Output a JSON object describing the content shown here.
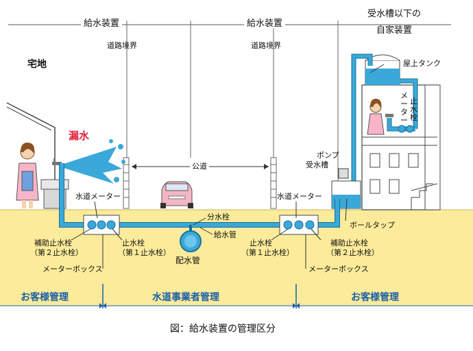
{
  "header": {
    "supply_left": "給水装置",
    "supply_mid": "給水装置",
    "tank_line1": "受水槽以下の",
    "tank_line2": "自家装置"
  },
  "labels": {
    "road_boundary_left": "道路境界",
    "road_boundary_right": "道路境界",
    "residence": "宅地",
    "leak": "漏水",
    "public_road": "公道",
    "rooftop_tank": "屋上タンク",
    "meter_vertical": "メーター",
    "stop_valve_vertical": "止水栓",
    "pump": "ポンプ",
    "receiving_tank": "受水槽",
    "water_meter_left": "水道メーター",
    "water_meter_right": "水道メーター",
    "ball_tap": "ボールタップ",
    "branch_valve": "分水栓",
    "service_pipe": "給水管",
    "distribution_pipe": "配水管",
    "aux_valve_left_1": "補助止水栓",
    "aux_valve_left_2": "（第２止水栓）",
    "stop_valve_left_1": "止水栓",
    "stop_valve_left_2": "（第１止水栓）",
    "stop_valve_right_1": "止水栓",
    "stop_valve_right_2": "（第１止水栓）",
    "aux_valve_right_1": "補助止水栓",
    "aux_valve_right_2": "（第２止水栓）",
    "meter_box_left": "メーターボックス",
    "meter_box_right": "メーターボックス"
  },
  "management": {
    "customer_left": "お客様管理",
    "utility": "水道事業者管理",
    "customer_right": "お客様管理"
  },
  "caption": "図：給水装置の管理区分",
  "colors": {
    "ground": "#fbeb9a",
    "pipe": "#3aa8d8",
    "pipe_outline": "#1b6f9a",
    "management_text": "#1a5fa8",
    "leak_text": "#e0213a",
    "water_tank": "#3aa8d8"
  }
}
